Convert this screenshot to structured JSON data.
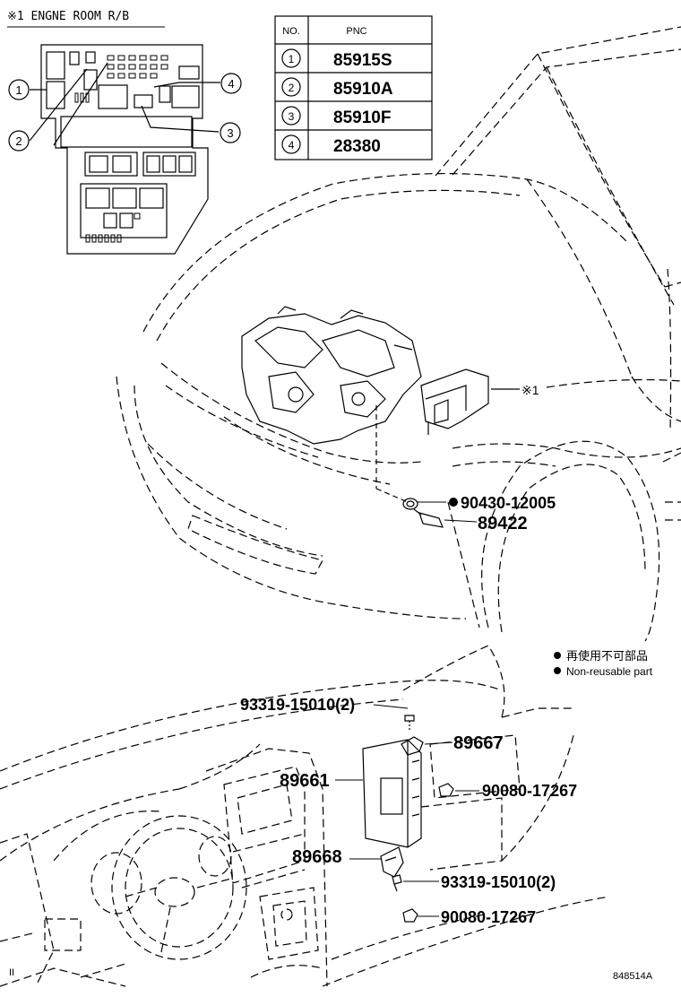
{
  "header": {
    "title": "※1 ENGNE ROOM R/B"
  },
  "pnc_table": {
    "col_no": "NO.",
    "col_pnc": "PNC",
    "rows": [
      {
        "no": "1",
        "pnc": "85915S"
      },
      {
        "no": "2",
        "pnc": "85910A"
      },
      {
        "no": "3",
        "pnc": "85910F"
      },
      {
        "no": "4",
        "pnc": "28380"
      }
    ]
  },
  "relay_box_callouts": [
    "1",
    "2",
    "3",
    "4"
  ],
  "engine_view": {
    "ref_mark": "※1",
    "part_washer": "90430-12005",
    "part_sensor": "89422"
  },
  "legend": {
    "line1": "再使用不可部品",
    "line2": "Non-reusable part"
  },
  "dash_view": {
    "bolt_top": "93319-15010(2)",
    "bracket_top": "89667",
    "ecu": "89661",
    "nut_top": "90080-17267",
    "bracket_bottom": "89668",
    "bolt_bottom": "93319-15010(2)",
    "nut_bottom": "90080-17267"
  },
  "footer": {
    "left_mark": "II",
    "illustration_id": "848514A"
  },
  "colors": {
    "ink": "#000000",
    "paper": "#ffffff"
  }
}
